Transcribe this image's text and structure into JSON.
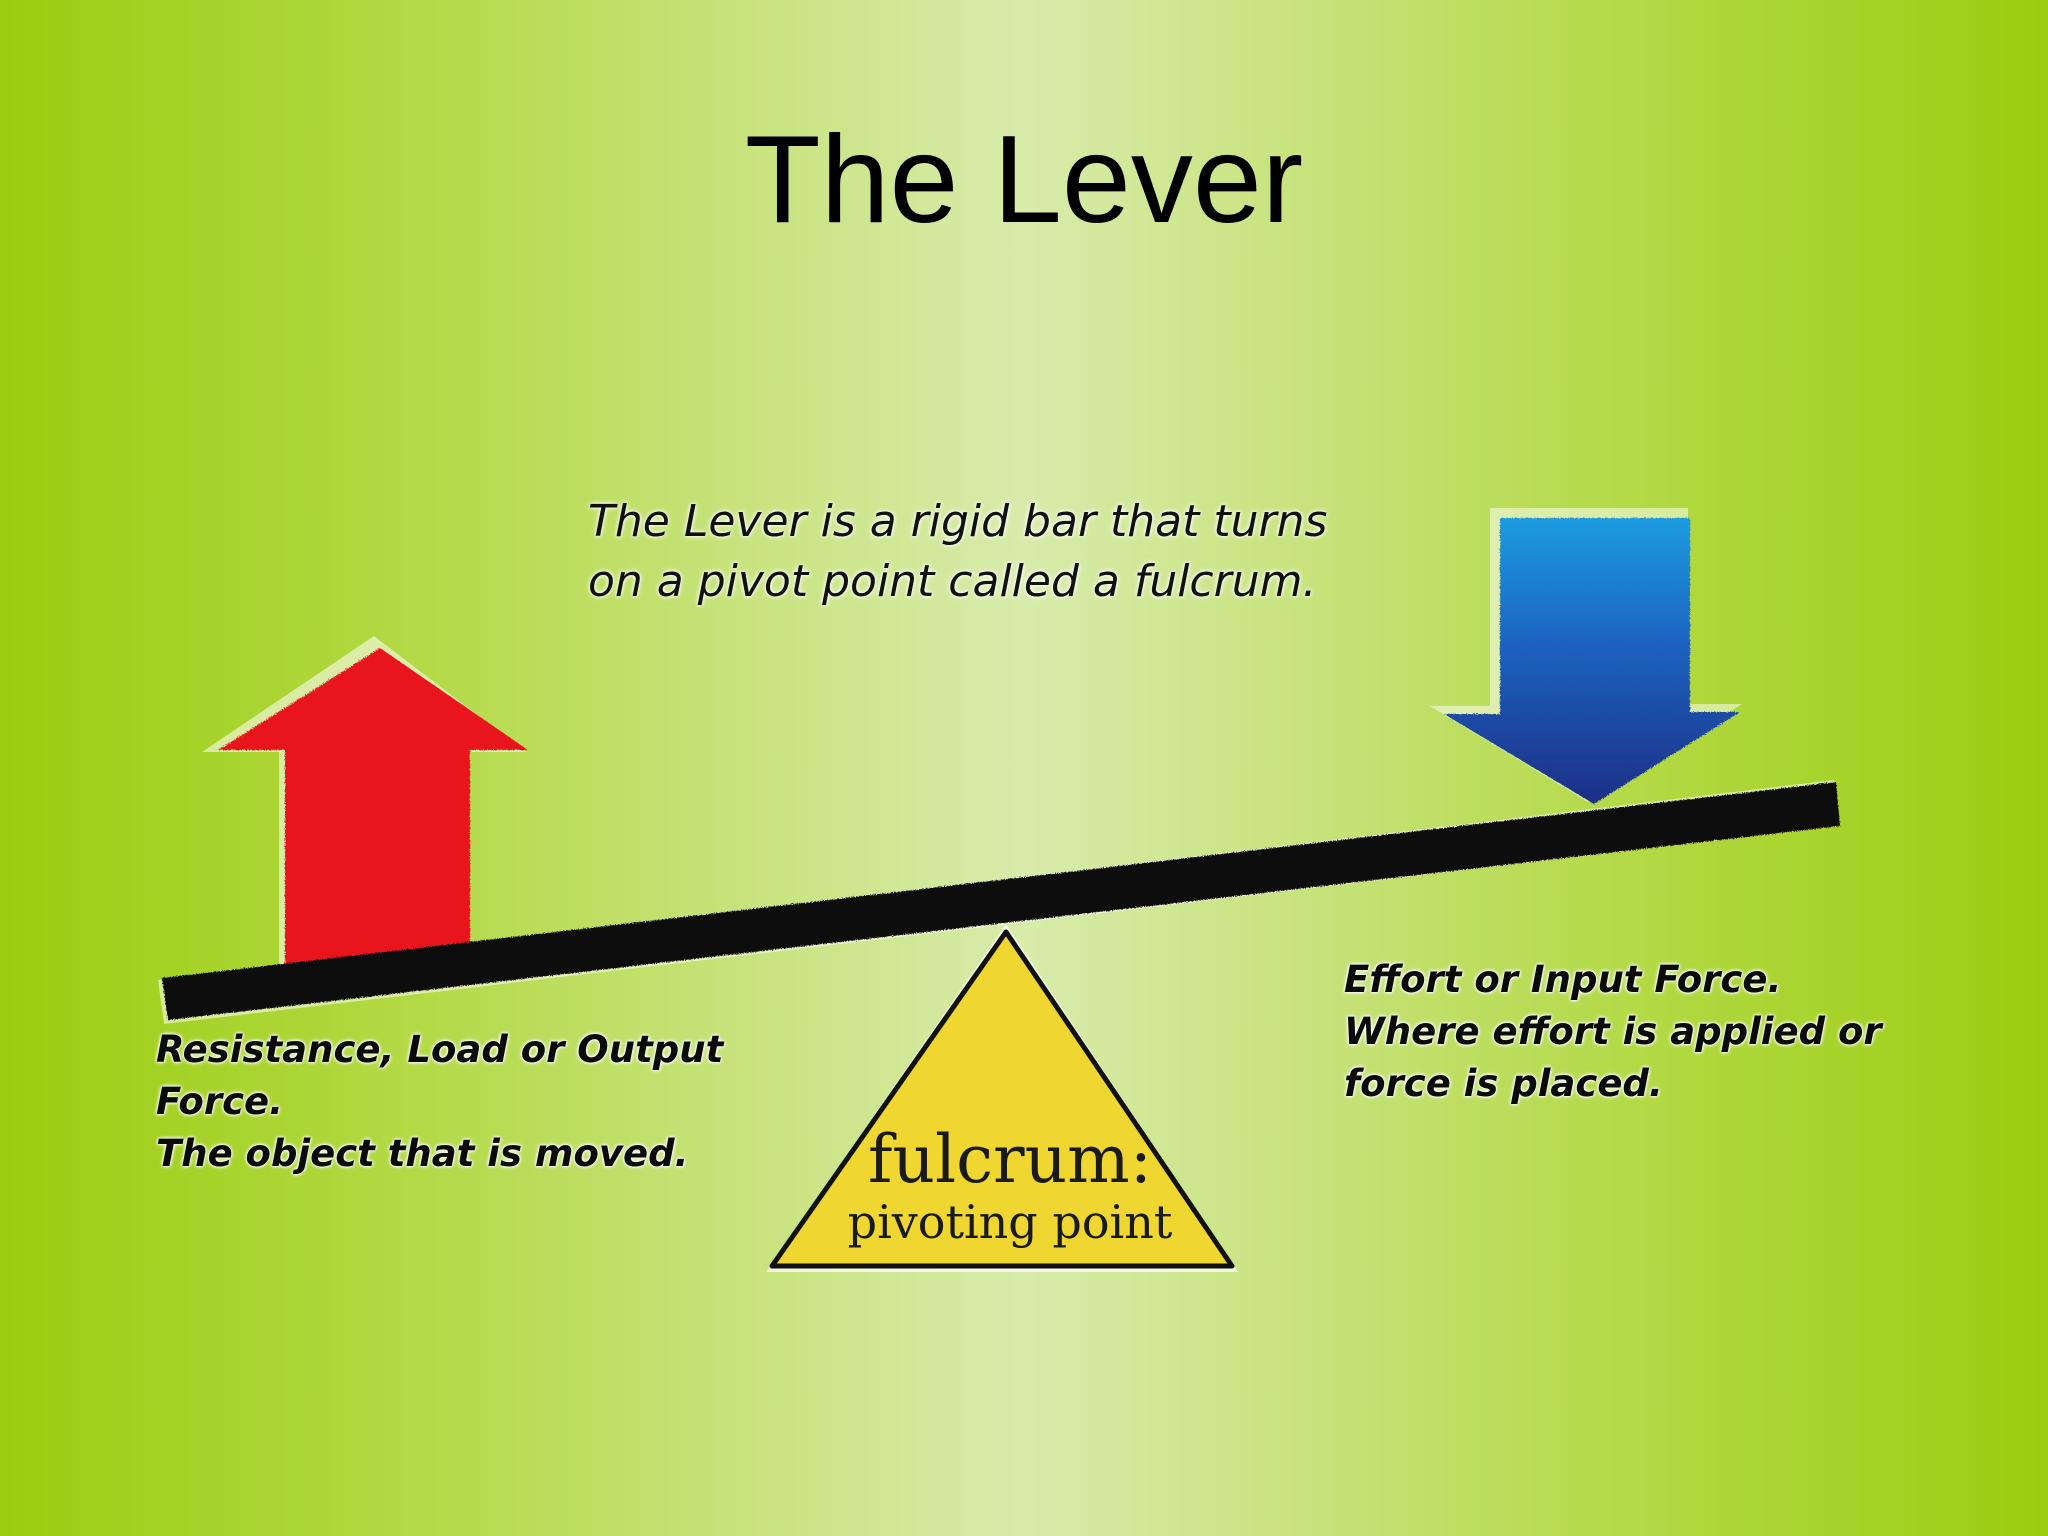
{
  "slide": {
    "title": "The Lever",
    "definition": [
      "The Lever is a rigid bar that turns",
      "on a pivot point called a fulcrum."
    ]
  },
  "load": {
    "caption": [
      "Resistance, Load or Output",
      "Force.",
      "The object that is moved."
    ],
    "arrow_color": "#e8191b",
    "arrow_icon": "arrow-up-icon"
  },
  "effort": {
    "caption": [
      "Effort or Input Force.",
      "Where effort is applied or",
      "force is placed."
    ],
    "arrow_color": "#1e4ea8",
    "arrow_icon": "arrow-down-icon"
  },
  "fulcrum": {
    "label": "fulcrum:",
    "sublabel": "pivoting point",
    "color": "#f0d630"
  },
  "lever_bar": {
    "color": "#111111"
  }
}
